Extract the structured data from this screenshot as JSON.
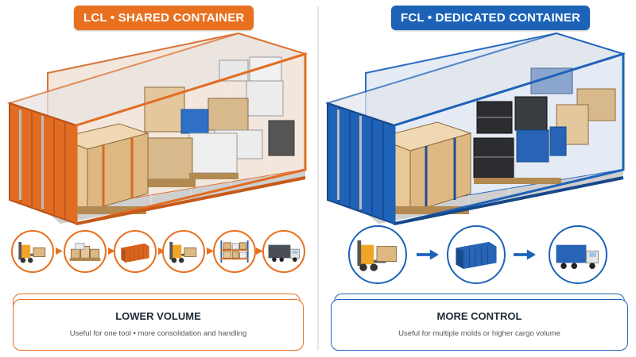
{
  "colors": {
    "lcl_accent": "#e8701f",
    "fcl_accent": "#1c63b8"
  },
  "lcl": {
    "badge": "LCL • SHARED CONTAINER",
    "card_title": "LOWER VOLUME",
    "card_subtitle": "Useful for one tool • more consolidation and handling",
    "flow_icons": [
      "forklift-icon",
      "pallets-icon",
      "container-icon",
      "forklift-icon",
      "warehouse-rack-icon",
      "truck-icon"
    ]
  },
  "fcl": {
    "badge": "FCL • DEDICATED CONTAINER",
    "card_title": "MORE CONTROL",
    "card_subtitle": "Useful for multiple molds or higher cargo volume",
    "flow_icons": [
      "forklift-icon",
      "arrow-right-icon",
      "container-icon",
      "arrow-right-icon",
      "truck-icon"
    ]
  }
}
